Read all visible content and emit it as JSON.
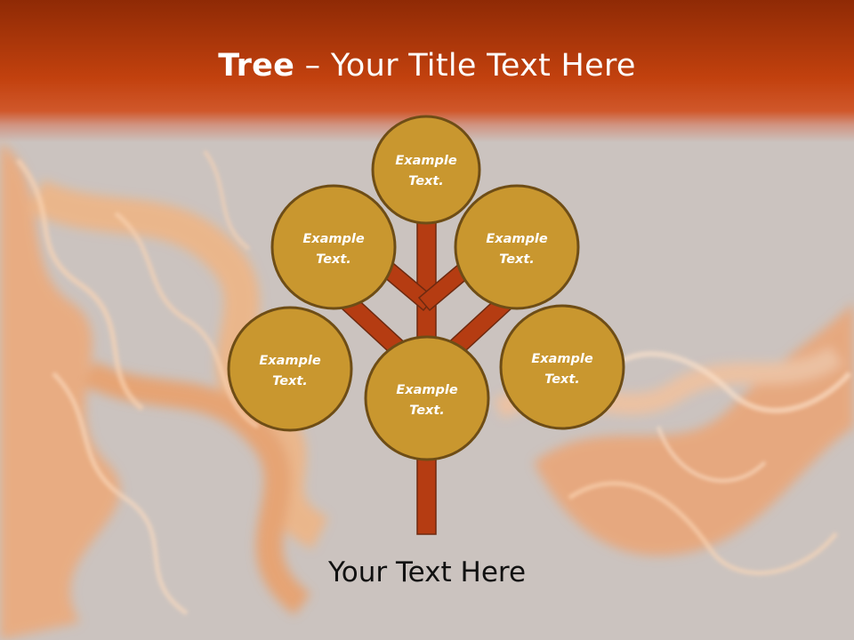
{
  "slide": {
    "title_bold": "Tree",
    "title_rest": " – Your Title Text Here",
    "caption": "Your Text Here"
  },
  "tree": {
    "trunk_color": "#b53c12",
    "circle_fill": "#c9972f",
    "circle_stroke": "#6e4d16",
    "nodes": [
      {
        "line1": "Example",
        "line2": "Text."
      },
      {
        "line1": "Example",
        "line2": "Text."
      },
      {
        "line1": "Example",
        "line2": "Text."
      },
      {
        "line1": "Example",
        "line2": "Text."
      },
      {
        "line1": "Example",
        "line2": "Text."
      },
      {
        "line1": "Example",
        "line2": "Text."
      }
    ]
  },
  "colors": {
    "title_band_top": "#8f2a05",
    "title_band_bottom": "#c2410e",
    "background": "#cbc3bf",
    "flame": "#f08a3c"
  }
}
